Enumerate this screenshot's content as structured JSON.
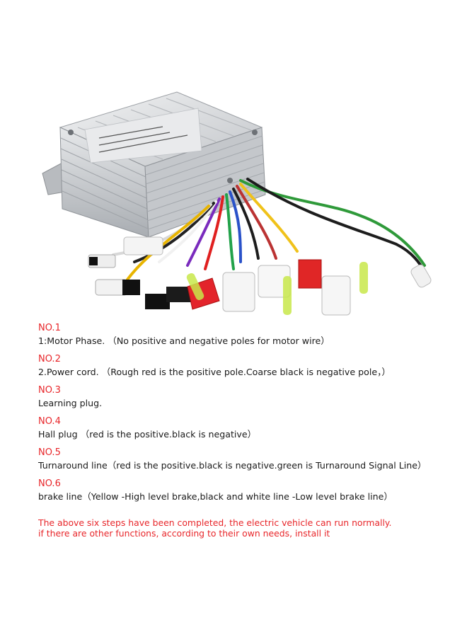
{
  "steps": [
    {
      "number": "NO.1",
      "text": "1:Motor Phase.  （No positive and negative poles for motor wire）"
    },
    {
      "number": "NO.2",
      "text": "2.Power cord. （Rough red is the positive pole.Coarse black is negative pole，）"
    },
    {
      "number": "NO.3",
      "text": "Learning plug."
    },
    {
      "number": "NO.4",
      "text": "Hall plug （red is the positive.black is negative）"
    },
    {
      "number": "NO.5",
      "text": "Turnaround line（red is the positive.black is negative.green is Turnaround Signal Line）"
    },
    {
      "number": "NO.6",
      "text": "brake line（Yellow -High level brake,black and white line -Low level brake line）"
    }
  ],
  "note": {
    "line1": "The above six steps have been completed, the electric vehicle can run normally.",
    "line2": "if there are other functions, according to their own needs, install it"
  },
  "colors": {
    "accent": "#e8262a",
    "text": "#1a1a1a",
    "housing": "#c9ccd0"
  }
}
